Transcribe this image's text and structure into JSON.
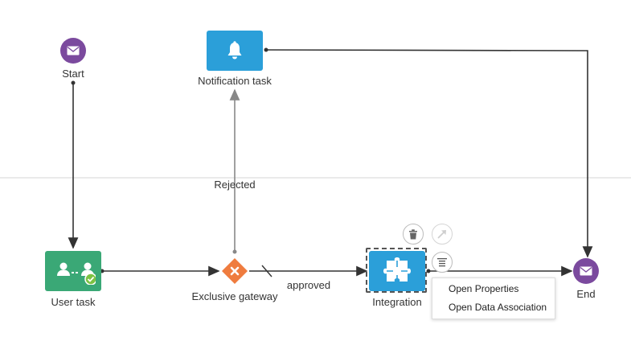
{
  "nodes": {
    "start": {
      "label": "Start"
    },
    "notification": {
      "label": "Notification task"
    },
    "user_task": {
      "label": "User task"
    },
    "gateway": {
      "label": "Exclusive gateway"
    },
    "integration": {
      "label": "Integration"
    },
    "end": {
      "label": "End"
    }
  },
  "flows": {
    "rejected": {
      "label": "Rejected"
    },
    "approved": {
      "label": "approved"
    }
  },
  "context_menu": {
    "items": [
      "Open Properties",
      "Open Data Association"
    ]
  },
  "node_toolbar": {
    "icons": [
      "trash-icon",
      "arrow-icon",
      "details-icon"
    ]
  },
  "colors": {
    "event": "#7b4a9e",
    "notification_task": "#2b9fd9",
    "user_task": "#3aa876",
    "gateway": "#ef7c3f",
    "integration_task": "#2b9fd9",
    "lane_divider": "#d6d6d6",
    "connector": "#333333",
    "connector_muted": "#888888"
  }
}
